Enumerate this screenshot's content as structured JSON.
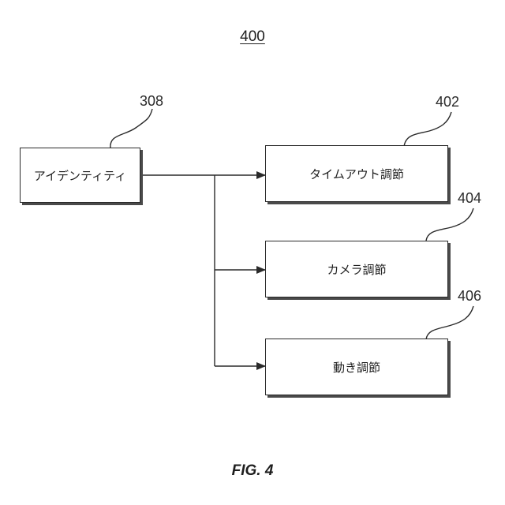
{
  "figure": {
    "number": "400",
    "caption": "FIG. 4"
  },
  "nodes": [
    {
      "id": "identity",
      "ref": "308",
      "label": "アイデンティティ"
    },
    {
      "id": "timeout",
      "ref": "402",
      "label": "タイムアウト調節"
    },
    {
      "id": "camera",
      "ref": "404",
      "label": "カメラ調節"
    },
    {
      "id": "motion",
      "ref": "406",
      "label": "動き調節"
    }
  ],
  "edges": [
    {
      "from": "identity",
      "to": "timeout"
    },
    {
      "from": "identity",
      "to": "camera"
    },
    {
      "from": "identity",
      "to": "motion"
    }
  ],
  "colors": {
    "line": "#2a2a2a",
    "text": "#1e1e1e",
    "background": "#ffffff"
  }
}
